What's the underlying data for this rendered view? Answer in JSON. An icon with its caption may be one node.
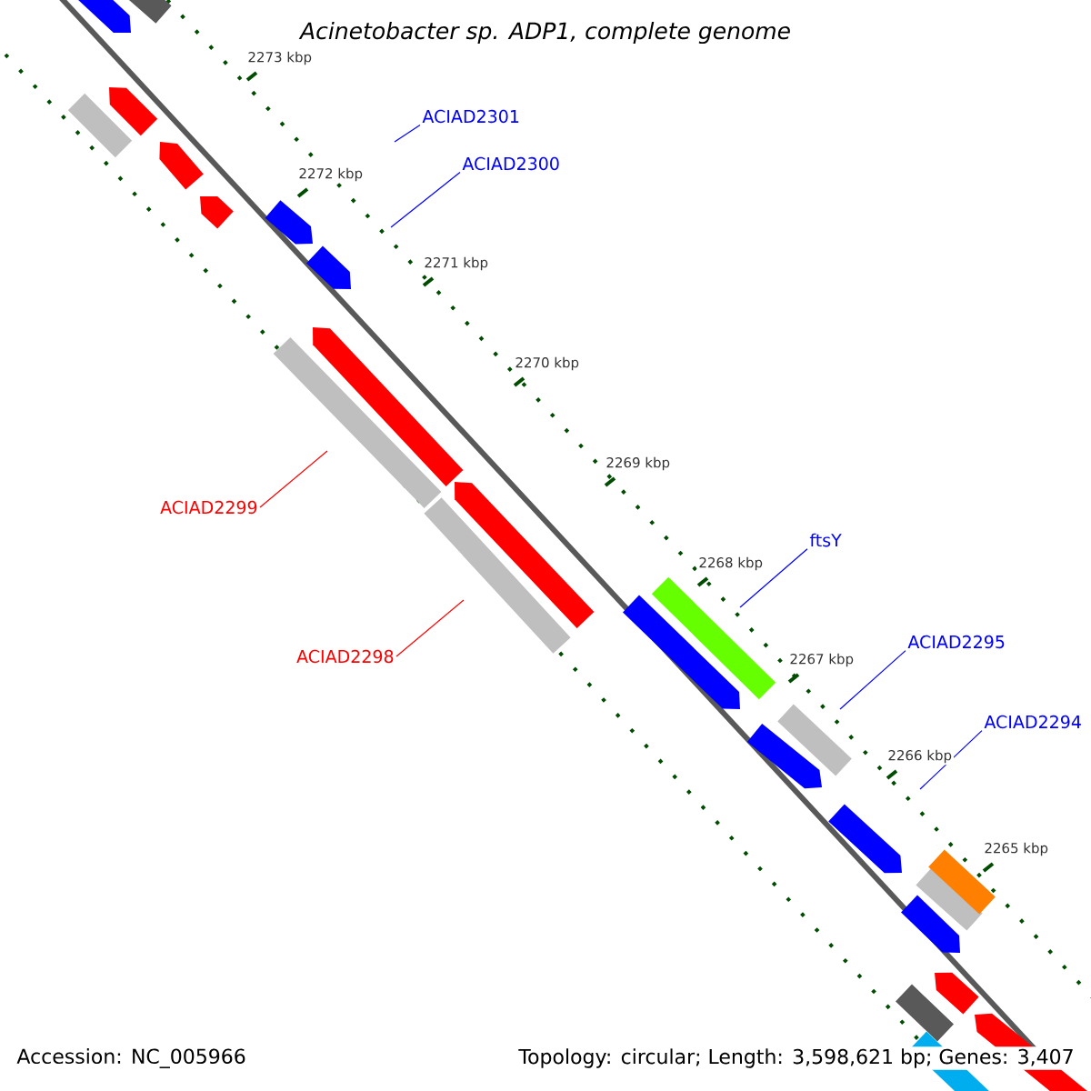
{
  "diagram": {
    "title": "Acinetobacter sp. ADP1, complete genome",
    "nodes": [
      {
        "text": [
          "ACIAD2301"
        ]
      },
      {
        "text": [
          "ACIAD2300"
        ]
      },
      {
        "text": [
          "ACIAD2299"
        ]
      },
      {
        "text": [
          "ACIAD2298"
        ]
      },
      {
        "text": [
          "ftsY"
        ]
      },
      {
        "text": [
          "ACIAD2295"
        ]
      },
      {
        "text": [
          "ACIAD2294"
        ]
      }
    ],
    "edges": [
      {
        "from": 0,
        "to": null,
        "arrow": "none"
      },
      {
        "from": 1,
        "to": null,
        "arrow": "none"
      },
      {
        "from": 2,
        "to": null,
        "arrow": "none",
        "color": "#ff0000"
      },
      {
        "from": 3,
        "to": null,
        "arrow": "none",
        "color": "#ff0000"
      },
      {
        "from": 4,
        "to": null,
        "arrow": "none"
      },
      {
        "from": 5,
        "to": null,
        "arrow": "none"
      },
      {
        "from": 6,
        "to": null,
        "arrow": "none"
      }
    ],
    "labels": [
      "2273 kbp",
      "2272 kbp",
      "2271 kbp",
      "2270 kbp",
      "2269 kbp",
      "2268 kbp",
      "2267 kbp",
      "2266 kbp",
      "2265 kbp",
      "Accession: NC_005966",
      "Topology: circular; Length: 3,598,621 bp; Genes: 3,407"
    ]
  }
}
